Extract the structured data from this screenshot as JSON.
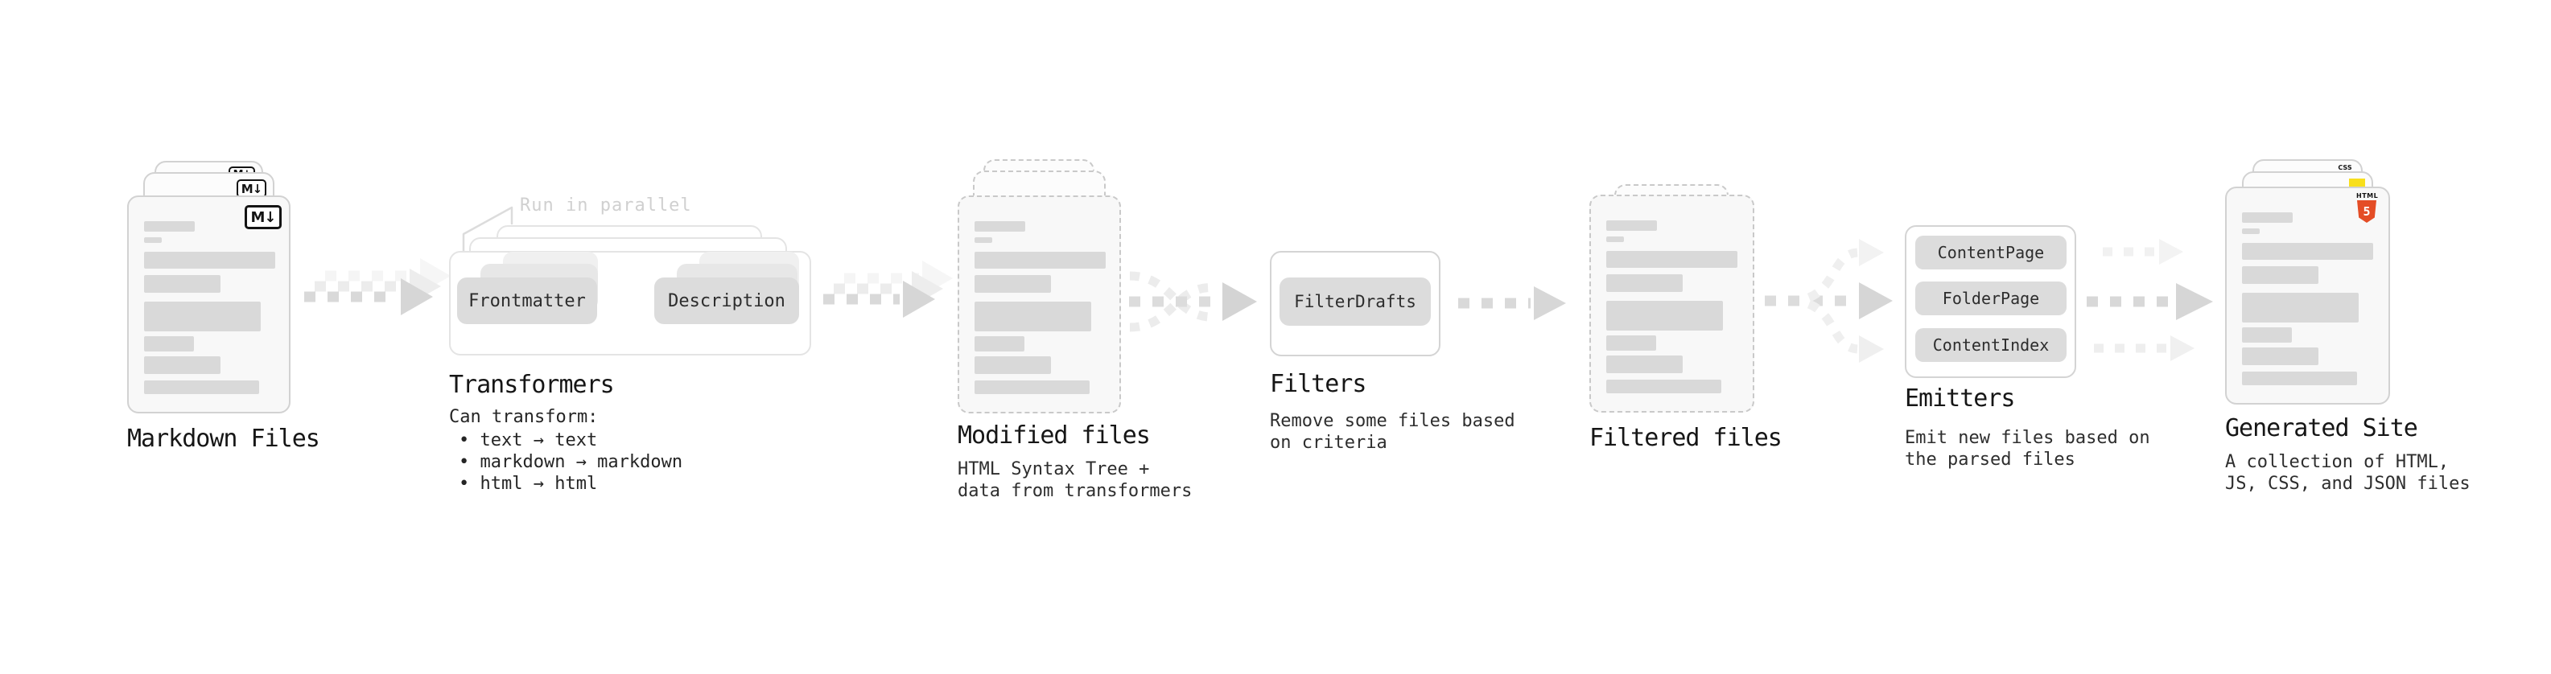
{
  "diagram": {
    "stage_markdown": {
      "label": "Markdown Files"
    },
    "stage_transformers": {
      "label": "Transformers",
      "callout": "Run in parallel",
      "pill_frontmatter": "Frontmatter",
      "pill_description": "Description",
      "desc_title": "Can transform:",
      "bullets": [
        "• text → text",
        "• markdown → markdown",
        "• html → html"
      ]
    },
    "stage_modified": {
      "label": "Modified files",
      "desc": "HTML Syntax Tree +\ndata from transformers"
    },
    "stage_filters": {
      "label": "Filters",
      "pill": "FilterDrafts",
      "desc": "Remove some files based\non criteria"
    },
    "stage_filtered": {
      "label": "Filtered files"
    },
    "stage_emitters": {
      "label": "Emitters",
      "pills": [
        "ContentPage",
        "FolderPage",
        "ContentIndex"
      ],
      "desc": "Emit new files based on\nthe parsed files"
    },
    "stage_generated": {
      "label": "Generated Site",
      "desc": "A collection of HTML,\nJS, CSS, and JSON files"
    },
    "badges": {
      "markdown": "M↓",
      "html5_label": "HTML",
      "html5_number": "5",
      "css_label": "CSS"
    },
    "colors": {
      "html5_orange": "#e44d26",
      "js_yellow": "#f8df1c",
      "css_blue": "#2b6de0",
      "pill_gray": "#dcdcdc",
      "skeleton_gray": "#d9d9d9",
      "arrow_gray": "#d9d9d9"
    }
  }
}
